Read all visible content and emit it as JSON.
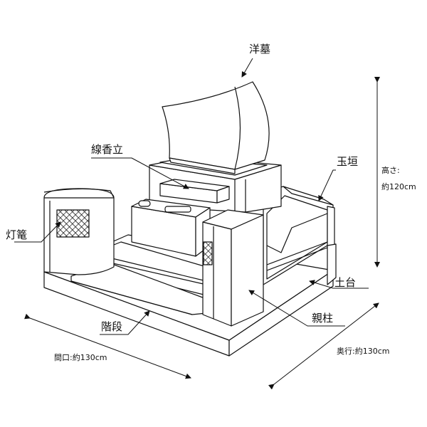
{
  "labels": {
    "western_headstone": "洋墓",
    "incense_stand": "線香立",
    "fence": "玉垣",
    "lantern": "灯篭",
    "foundation": "土台",
    "main_pillar": "親柱",
    "stairs": "階段"
  },
  "dimensions": {
    "height_label": "高さ:",
    "height_value": "約120cm",
    "width": "間口:約130cm",
    "depth": "奥行:約130cm"
  },
  "colors": {
    "line": "#111111",
    "background": "#ffffff"
  }
}
